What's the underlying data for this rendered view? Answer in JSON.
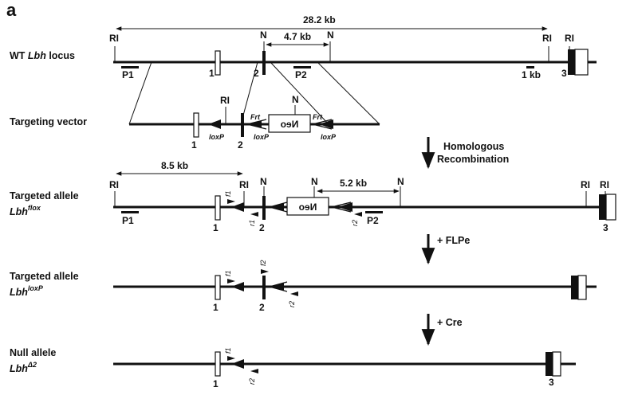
{
  "panel_letter": "a",
  "rows": {
    "wt": {
      "label_plain": "WT ",
      "label_italic": "Lbh",
      "label_tail": " locus"
    },
    "vector": {
      "label": "Targeting vector"
    },
    "flox": {
      "line1": "Targeted allele",
      "gene": "Lbh",
      "sup": "flox"
    },
    "loxp": {
      "line1": "Targeted allele",
      "gene": "Lbh",
      "sup": "loxP"
    },
    "null": {
      "line1": "Null allele",
      "gene": "Lbh",
      "sup": "Δ2"
    }
  },
  "sizes": {
    "kb28": "28.2 kb",
    "kb47": "4.7 kb",
    "kb85": "8.5 kb",
    "kb52": "5.2 kb",
    "kb1": "1 kb"
  },
  "sites": {
    "ecori": "RI",
    "ndei": "N"
  },
  "exons": {
    "e1": "1",
    "e2": "2",
    "e3": "3"
  },
  "probes": {
    "p1": "P1",
    "p2": "P2"
  },
  "elements": {
    "neo": "Neo",
    "frt": "Frt",
    "loxp": "loxP"
  },
  "primers": {
    "f1": "f1",
    "r1": "r1",
    "f2": "f2",
    "r2": "r2"
  },
  "steps": {
    "homologous": "Homologous",
    "recombination": "Recombination",
    "flpe": "+ FLPe",
    "cre": "+ Cre"
  }
}
